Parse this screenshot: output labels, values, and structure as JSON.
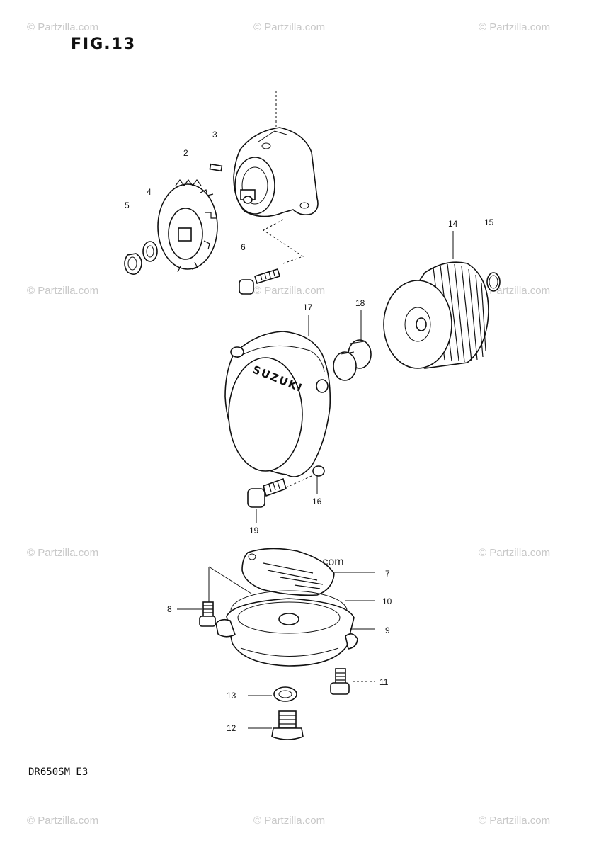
{
  "figure": {
    "title": "FIG.13",
    "model_code": "DR650SM E3"
  },
  "watermark": {
    "text": "© Partzilla.com",
    "inline_text": "Partzilla.com"
  },
  "callouts": [
    {
      "number": "2"
    },
    {
      "number": "3"
    },
    {
      "number": "4"
    },
    {
      "number": "5"
    },
    {
      "number": "6"
    },
    {
      "number": "7"
    },
    {
      "number": "8"
    },
    {
      "number": "9"
    },
    {
      "number": "10"
    },
    {
      "number": "11"
    },
    {
      "number": "12"
    },
    {
      "number": "13"
    },
    {
      "number": "14"
    },
    {
      "number": "15"
    },
    {
      "number": "16"
    },
    {
      "number": "17"
    },
    {
      "number": "18"
    },
    {
      "number": "19"
    }
  ],
  "parts": [
    {
      "id": "oil-pump-body"
    },
    {
      "id": "pin"
    },
    {
      "id": "pump-gear"
    },
    {
      "id": "circlip"
    },
    {
      "id": "washer"
    },
    {
      "id": "pump-bolt"
    },
    {
      "id": "oil-filter"
    },
    {
      "id": "filter-o-ring"
    },
    {
      "id": "filter-spring"
    },
    {
      "id": "filter-cap"
    },
    {
      "id": "cap-bolt"
    },
    {
      "id": "strainer-gasket"
    },
    {
      "id": "strainer-body"
    },
    {
      "id": "strainer-o-ring"
    },
    {
      "id": "strainer-bolt-8"
    },
    {
      "id": "strainer-bolt-11"
    },
    {
      "id": "drain-washer"
    },
    {
      "id": "drain-plug"
    }
  ],
  "icons": [
    "copyright-icon"
  ]
}
